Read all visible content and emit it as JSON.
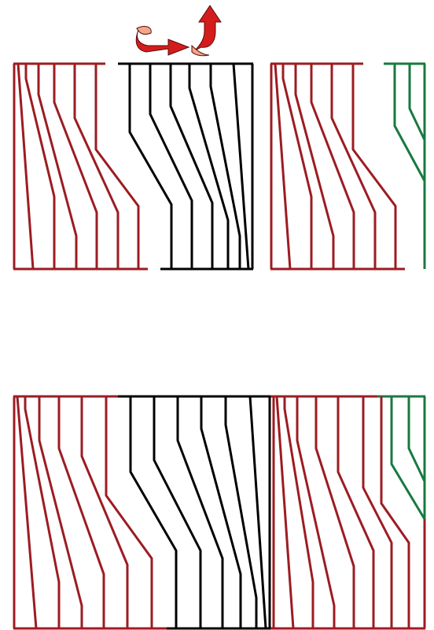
{
  "colors": {
    "red": "#9c1c22",
    "black": "#000000",
    "green": "#177a3f",
    "arrow_dark": "#d41c1c",
    "arrow_light": "#f0a889",
    "background": "#ffffff"
  },
  "icons": {
    "rotate_arrow": "curved-arrow-right-icon",
    "flip_arrow": "curved-arrow-up-icon"
  },
  "panels": {
    "top_row": [
      "red-strand-panel",
      "black-strand-panel",
      "red-strand-panel",
      "green-strand-panel"
    ],
    "bottom_row": [
      "assembled-strand-panel"
    ]
  }
}
